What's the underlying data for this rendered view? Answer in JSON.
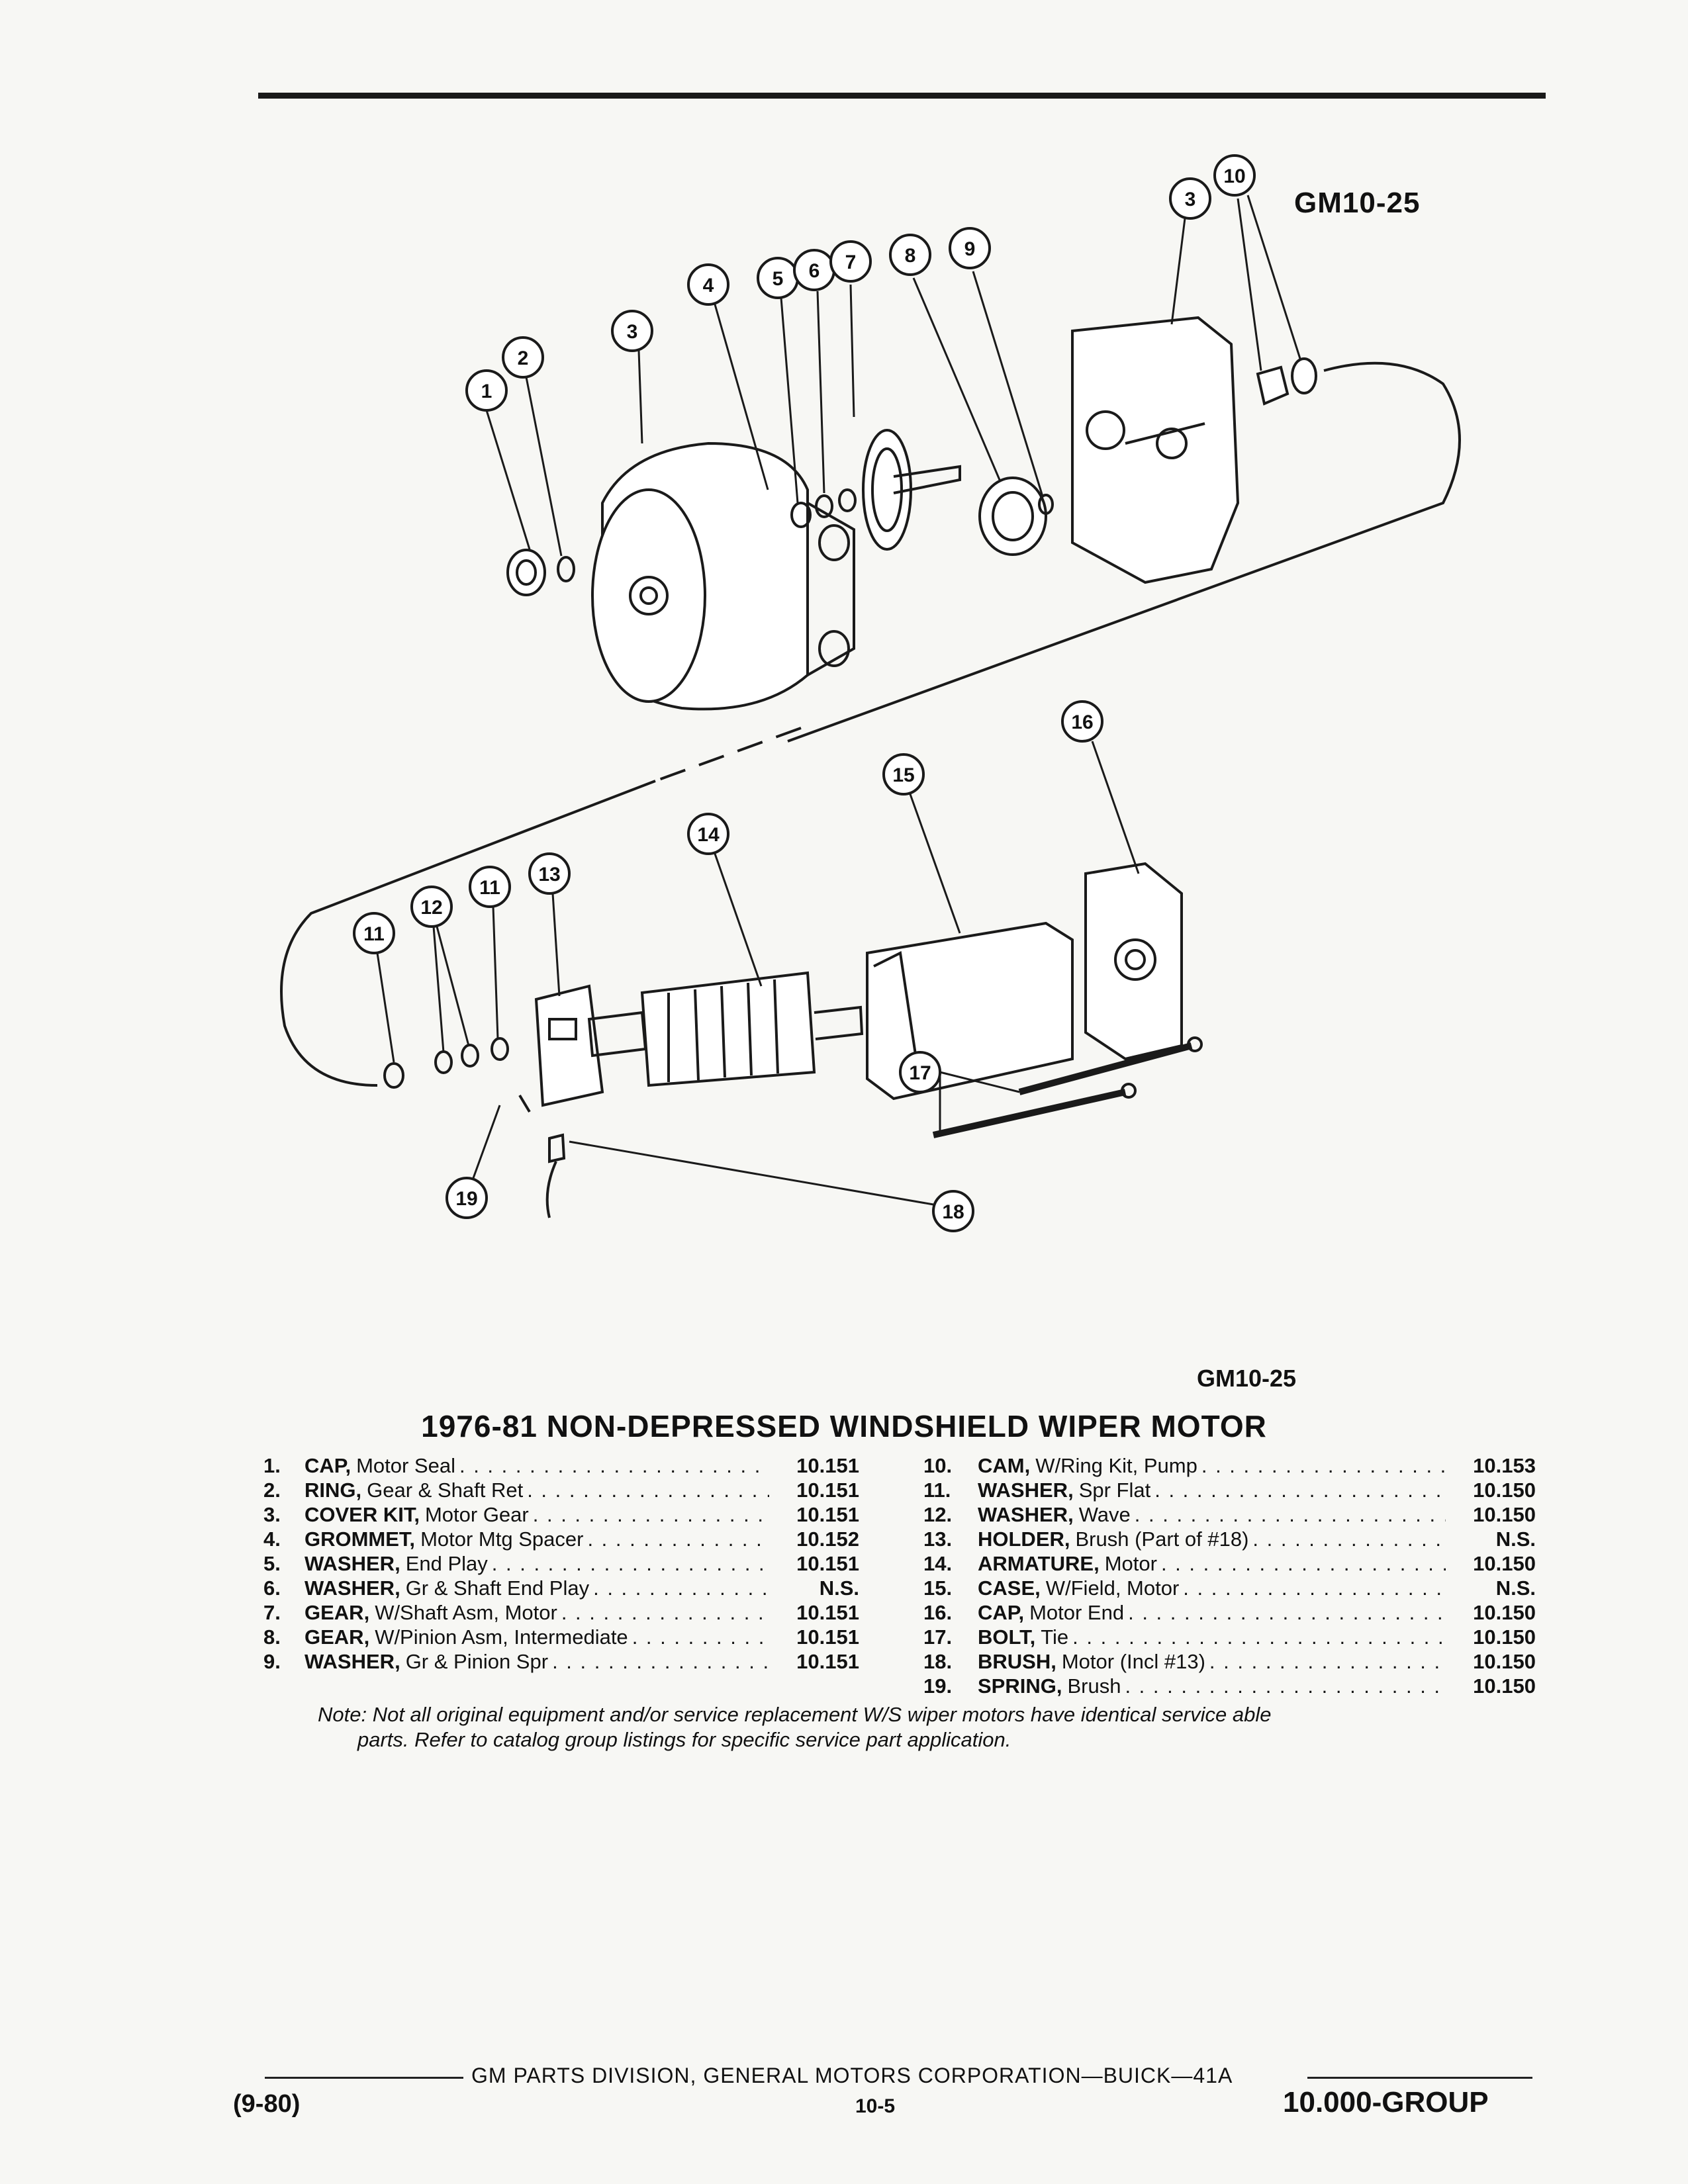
{
  "figure": {
    "code_top": "GM10-25",
    "code_bottom": "GM10-25",
    "callouts": [
      "1",
      "2",
      "3",
      "3",
      "4",
      "5",
      "6",
      "7",
      "8",
      "9",
      "10",
      "11",
      "11",
      "12",
      "13",
      "14",
      "15",
      "16",
      "17",
      "18",
      "19"
    ]
  },
  "title": "1976-81 NON-DEPRESSED WINDSHIELD WIPER MOTOR",
  "parts_left": [
    {
      "num": "1.",
      "name": "CAP,",
      "desc": "Motor Seal",
      "group": "10.151"
    },
    {
      "num": "2.",
      "name": "RING,",
      "desc": "Gear & Shaft Ret",
      "group": "10.151"
    },
    {
      "num": "3.",
      "name": "COVER KIT,",
      "desc": "Motor Gear",
      "group": "10.151"
    },
    {
      "num": "4.",
      "name": "GROMMET,",
      "desc": "Motor Mtg Spacer",
      "group": "10.152"
    },
    {
      "num": "5.",
      "name": "WASHER,",
      "desc": "End Play",
      "group": "10.151"
    },
    {
      "num": "6.",
      "name": "WASHER,",
      "desc": "Gr & Shaft End Play",
      "group": "N.S."
    },
    {
      "num": "7.",
      "name": "GEAR,",
      "desc": "W/Shaft Asm, Motor",
      "group": "10.151"
    },
    {
      "num": "8.",
      "name": "GEAR,",
      "desc": "W/Pinion Asm, Intermediate",
      "group": "10.151"
    },
    {
      "num": "9.",
      "name": "WASHER,",
      "desc": "Gr & Pinion Spr",
      "group": "10.151"
    }
  ],
  "parts_right": [
    {
      "num": "10.",
      "name": "CAM,",
      "desc": "W/Ring Kit, Pump",
      "group": "10.153"
    },
    {
      "num": "11.",
      "name": "WASHER,",
      "desc": "Spr Flat",
      "group": "10.150"
    },
    {
      "num": "12.",
      "name": "WASHER,",
      "desc": "Wave",
      "group": "10.150"
    },
    {
      "num": "13.",
      "name": "HOLDER,",
      "desc": "Brush (Part of #18)",
      "group": "N.S."
    },
    {
      "num": "14.",
      "name": "ARMATURE,",
      "desc": "Motor",
      "group": "10.150"
    },
    {
      "num": "15.",
      "name": "CASE,",
      "desc": "W/Field, Motor",
      "group": "N.S."
    },
    {
      "num": "16.",
      "name": "CAP,",
      "desc": "Motor End",
      "group": "10.150"
    },
    {
      "num": "17.",
      "name": "BOLT,",
      "desc": "Tie",
      "group": "10.150"
    },
    {
      "num": "18.",
      "name": "BRUSH,",
      "desc": "Motor (Incl #13)",
      "group": "10.150"
    },
    {
      "num": "19.",
      "name": "SPRING,",
      "desc": "Brush",
      "group": "10.150"
    }
  ],
  "note_line1": "Note: Not all original equipment and/or service replacement W/S wiper motors have identical service able",
  "note_line2": "parts. Refer to catalog group listings for specific service part application.",
  "footer": {
    "org": "GM PARTS DIVISION, GENERAL MOTORS CORPORATION—BUICK—41A",
    "date": "(9-80)",
    "page": "10-5",
    "group": "10.000-GROUP"
  }
}
